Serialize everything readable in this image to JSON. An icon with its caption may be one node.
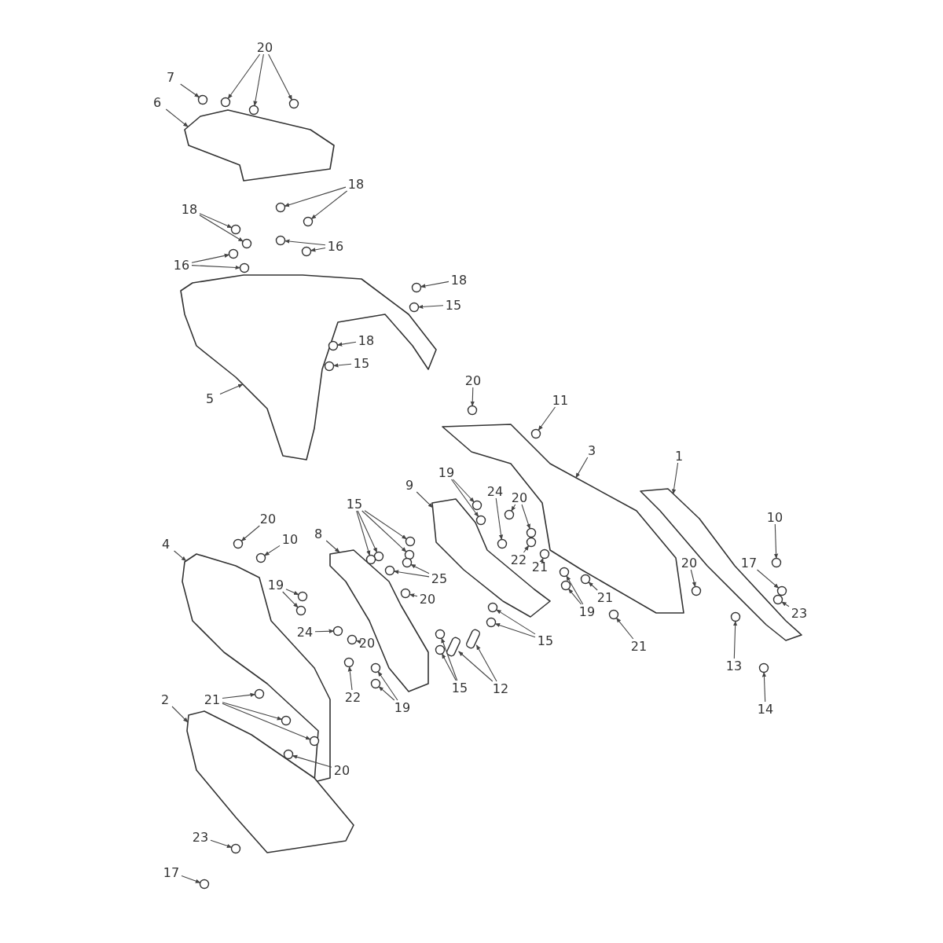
{
  "diagram": {
    "nodes": [
      {
        "text": [
          "20"
        ]
      },
      {
        "text": [
          "7"
        ]
      },
      {
        "text": [
          "6"
        ]
      },
      {
        "text": [
          "18"
        ]
      },
      {
        "text": [
          "18"
        ]
      },
      {
        "text": [
          "16"
        ]
      },
      {
        "text": [
          "16"
        ]
      },
      {
        "text": [
          "18"
        ]
      },
      {
        "text": [
          "15"
        ]
      },
      {
        "text": [
          "18"
        ]
      },
      {
        "text": [
          "15"
        ]
      },
      {
        "text": [
          "20"
        ]
      },
      {
        "text": [
          "5"
        ]
      },
      {
        "text": [
          "11"
        ]
      },
      {
        "text": [
          "3"
        ]
      },
      {
        "text": [
          "1"
        ]
      },
      {
        "text": [
          "19"
        ]
      },
      {
        "text": [
          "9"
        ]
      },
      {
        "text": [
          "24"
        ]
      },
      {
        "text": [
          "20"
        ]
      },
      {
        "text": [
          "15"
        ]
      },
      {
        "text": [
          "10"
        ]
      },
      {
        "text": [
          "20"
        ]
      },
      {
        "text": [
          "8"
        ]
      },
      {
        "text": [
          "10"
        ]
      },
      {
        "text": [
          "4"
        ]
      },
      {
        "text": [
          "17"
        ]
      },
      {
        "text": [
          "20"
        ]
      },
      {
        "text": [
          "22"
        ]
      },
      {
        "text": [
          "21"
        ]
      },
      {
        "text": [
          "25"
        ]
      },
      {
        "text": [
          "19"
        ]
      },
      {
        "text": [
          "19"
        ]
      },
      {
        "text": [
          "21"
        ]
      },
      {
        "text": [
          "20"
        ]
      },
      {
        "text": [
          "23"
        ]
      },
      {
        "text": [
          "24"
        ]
      },
      {
        "text": [
          "15"
        ]
      },
      {
        "text": [
          "20"
        ]
      },
      {
        "text": [
          "21"
        ]
      },
      {
        "text": [
          "13"
        ]
      },
      {
        "text": [
          "15"
        ]
      },
      {
        "text": [
          "12"
        ]
      },
      {
        "text": [
          "22"
        ]
      },
      {
        "text": [
          "21"
        ]
      },
      {
        "text": [
          "2"
        ]
      },
      {
        "text": [
          "19"
        ]
      },
      {
        "text": [
          "14"
        ]
      },
      {
        "text": [
          "20"
        ]
      },
      {
        "text": [
          "23"
        ]
      },
      {
        "text": [
          "17"
        ]
      },
      {
        "text": [],
        "shape": "picture"
      },
      {
        "text": [],
        "shape": "picture"
      },
      {
        "text": [],
        "shape": "picture"
      },
      {
        "text": [],
        "shape": "picture"
      },
      {
        "text": [],
        "shape": "picture"
      },
      {
        "text": [],
        "shape": "picture"
      },
      {
        "text": [],
        "shape": "picture"
      },
      {
        "text": [],
        "shape": "picture"
      },
      {
        "text": [],
        "shape": "circle"
      },
      {
        "text": [],
        "shape": "circle"
      },
      {
        "text": [],
        "shape": "circle"
      },
      {
        "text": [],
        "shape": "circle"
      },
      {
        "text": [],
        "shape": "circle"
      },
      {
        "text": [],
        "shape": "circle"
      },
      {
        "text": [],
        "shape": "circle"
      },
      {
        "text": [],
        "shape": "circle"
      },
      {
        "text": [],
        "shape": "circle"
      },
      {
        "text": [],
        "shape": "circle"
      },
      {
        "text": [],
        "shape": "circle"
      },
      {
        "text": [],
        "shape": "circle"
      },
      {
        "text": [],
        "shape": "circle"
      },
      {
        "text": [],
        "shape": "circle"
      },
      {
        "text": [],
        "shape": "circle"
      },
      {
        "text": [],
        "shape": "circle"
      },
      {
        "text": [],
        "shape": "circle"
      },
      {
        "text": [],
        "shape": "circle"
      },
      {
        "text": [],
        "shape": "circle"
      },
      {
        "text": [],
        "shape": "circle"
      },
      {
        "text": [],
        "shape": "circle"
      },
      {
        "text": [],
        "shape": "circle"
      },
      {
        "text": [],
        "shape": "circle"
      },
      {
        "text": [],
        "shape": "circle"
      },
      {
        "text": [],
        "shape": "circle"
      },
      {
        "text": [],
        "shape": "circle"
      },
      {
        "text": [],
        "shape": "circle"
      },
      {
        "text": [],
        "shape": "circle"
      },
      {
        "text": [],
        "shape": "circle"
      },
      {
        "text": [],
        "shape": "circle"
      },
      {
        "text": [],
        "shape": "circle"
      },
      {
        "text": [],
        "shape": "circle"
      },
      {
        "text": [],
        "shape": "circle"
      },
      {
        "text": [],
        "shape": "circle"
      },
      {
        "text": [],
        "shape": "circle"
      },
      {
        "text": [],
        "shape": "circle"
      },
      {
        "text": [],
        "shape": "circle"
      },
      {
        "text": [],
        "shape": "circle"
      },
      {
        "text": [],
        "shape": "circle"
      },
      {
        "text": [],
        "shape": "circle"
      },
      {
        "text": [],
        "shape": "circle"
      },
      {
        "text": [],
        "shape": "circle"
      },
      {
        "text": [],
        "shape": "circle"
      },
      {
        "text": [],
        "shape": "circle"
      },
      {
        "text": [],
        "shape": "circle"
      },
      {
        "text": [],
        "shape": "circle"
      },
      {
        "text": [],
        "shape": "circle"
      },
      {
        "text": [],
        "shape": "circle"
      },
      {
        "text": [],
        "shape": "circle"
      },
      {
        "text": [],
        "shape": "circle"
      },
      {
        "text": [],
        "shape": "circle"
      },
      {
        "text": [],
        "shape": "box"
      },
      {
        "text": [],
        "shape": "box"
      },
      {
        "text": [],
        "shape": "circle"
      },
      {
        "text": [],
        "shape": "circle"
      },
      {
        "text": [],
        "shape": "circle"
      },
      {
        "text": [],
        "shape": "circle"
      },
      {
        "text": [],
        "shape": "circle"
      },
      {
        "text": [],
        "shape": "circle"
      },
      {
        "text": [],
        "shape": "circle"
      },
      {
        "text": [],
        "shape": "circle"
      },
      {
        "text": [],
        "shape": "circle"
      },
      {
        "text": [],
        "shape": "circle"
      }
    ],
    "edges": [
      {
        "from": 0,
        "to": 59,
        "arrow": "to"
      },
      {
        "from": 0,
        "to": 60,
        "arrow": "to"
      },
      {
        "from": 0,
        "to": 61,
        "arrow": "to"
      },
      {
        "from": 1,
        "to": 62,
        "arrow": "to"
      },
      {
        "from": 2,
        "to": 51,
        "arrow": "to"
      },
      {
        "from": 3,
        "to": 63,
        "arrow": "to"
      },
      {
        "from": 3,
        "to": 64,
        "arrow": "to"
      },
      {
        "from": 4,
        "to": 65,
        "arrow": "to"
      },
      {
        "from": 4,
        "to": 66,
        "arrow": "to"
      },
      {
        "from": 5,
        "to": 67,
        "arrow": "to"
      },
      {
        "from": 5,
        "to": 68,
        "arrow": "to"
      },
      {
        "from": 6,
        "to": 69,
        "arrow": "to"
      },
      {
        "from": 6,
        "to": 70,
        "arrow": "to"
      },
      {
        "from": 7,
        "to": 71,
        "arrow": "to"
      },
      {
        "from": 8,
        "to": 72,
        "arrow": "to"
      },
      {
        "from": 9,
        "to": 73,
        "arrow": "to"
      },
      {
        "from": 10,
        "to": 74,
        "arrow": "to"
      },
      {
        "from": 11,
        "to": 75,
        "arrow": "to"
      },
      {
        "from": 12,
        "to": 52,
        "arrow": "to"
      },
      {
        "from": 13,
        "to": 76,
        "arrow": "to"
      },
      {
        "from": 14,
        "to": 53,
        "arrow": "to"
      },
      {
        "from": 15,
        "to": 54,
        "arrow": "to"
      },
      {
        "from": 16,
        "to": 77,
        "arrow": "to"
      },
      {
        "from": 16,
        "to": 78,
        "arrow": "to"
      },
      {
        "from": 17,
        "to": 55,
        "arrow": "to"
      },
      {
        "from": 18,
        "to": 79,
        "arrow": "to"
      },
      {
        "from": 19,
        "to": 80,
        "arrow": "to"
      },
      {
        "from": 19,
        "to": 81,
        "arrow": "to"
      },
      {
        "from": 20,
        "to": 82,
        "arrow": "to"
      },
      {
        "from": 20,
        "to": 83,
        "arrow": "to"
      },
      {
        "from": 20,
        "to": 84,
        "arrow": "to"
      },
      {
        "from": 20,
        "to": 85,
        "arrow": "to"
      },
      {
        "from": 21,
        "to": 86,
        "arrow": "to"
      },
      {
        "from": 22,
        "to": 87,
        "arrow": "to"
      },
      {
        "from": 23,
        "to": 56,
        "arrow": "to"
      },
      {
        "from": 24,
        "to": 88,
        "arrow": "to"
      },
      {
        "from": 25,
        "to": 57,
        "arrow": "to"
      },
      {
        "from": 26,
        "to": 89,
        "arrow": "to"
      },
      {
        "from": 27,
        "to": 90,
        "arrow": "to"
      },
      {
        "from": 28,
        "to": 91,
        "arrow": "to"
      },
      {
        "from": 29,
        "to": 92,
        "arrow": "to"
      },
      {
        "from": 30,
        "to": 93,
        "arrow": "to"
      },
      {
        "from": 30,
        "to": 94,
        "arrow": "to"
      },
      {
        "from": 31,
        "to": 95,
        "arrow": "to"
      },
      {
        "from": 31,
        "to": 96,
        "arrow": "to"
      },
      {
        "from": 32,
        "to": 97,
        "arrow": "to"
      },
      {
        "from": 32,
        "to": 98,
        "arrow": "to"
      },
      {
        "from": 33,
        "to": 99,
        "arrow": "to"
      },
      {
        "from": 34,
        "to": 100,
        "arrow": "to"
      },
      {
        "from": 35,
        "to": 101,
        "arrow": "to"
      },
      {
        "from": 36,
        "to": 102,
        "arrow": "to"
      },
      {
        "from": 37,
        "to": 103,
        "arrow": "to"
      },
      {
        "from": 37,
        "to": 104,
        "arrow": "to"
      },
      {
        "from": 38,
        "to": 105,
        "arrow": "to"
      },
      {
        "from": 39,
        "to": 106,
        "arrow": "to"
      },
      {
        "from": 40,
        "to": 107,
        "arrow": "to"
      },
      {
        "from": 41,
        "to": 108,
        "arrow": "to"
      },
      {
        "from": 41,
        "to": 109,
        "arrow": "to"
      },
      {
        "from": 42,
        "to": 110,
        "arrow": "to"
      },
      {
        "from": 42,
        "to": 111,
        "arrow": "to"
      },
      {
        "from": 43,
        "to": 112,
        "arrow": "to"
      },
      {
        "from": 44,
        "to": 113,
        "arrow": "to"
      },
      {
        "from": 44,
        "to": 114,
        "arrow": "to"
      },
      {
        "from": 44,
        "to": 115,
        "arrow": "to"
      },
      {
        "from": 45,
        "to": 58,
        "arrow": "to"
      },
      {
        "from": 46,
        "to": 116,
        "arrow": "to"
      },
      {
        "from": 46,
        "to": 117,
        "arrow": "to"
      },
      {
        "from": 47,
        "to": 118,
        "arrow": "to"
      },
      {
        "from": 48,
        "to": 119,
        "arrow": "to"
      },
      {
        "from": 49,
        "to": 120,
        "arrow": "to"
      },
      {
        "from": 50,
        "to": 121,
        "arrow": "to"
      }
    ]
  }
}
